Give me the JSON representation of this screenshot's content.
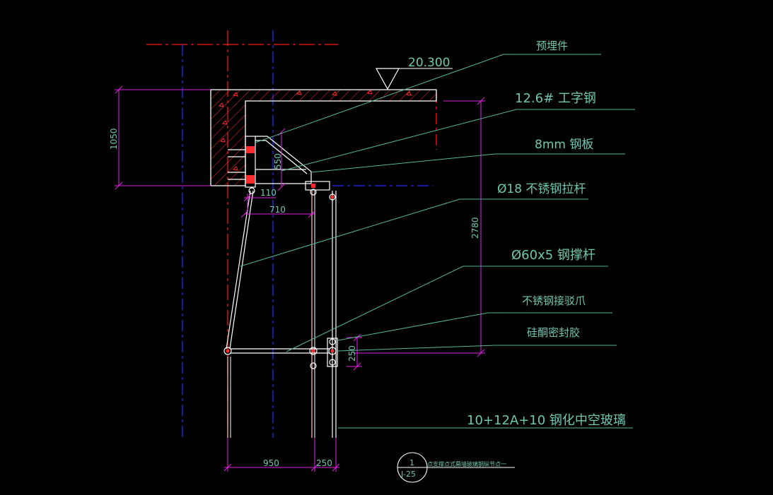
{
  "colors": {
    "background": "#000000",
    "axis_red": "#ff1a1a",
    "axis_blue": "#2a2aff",
    "dimension": "#e020e0",
    "leader": "#55b59a",
    "text": "#6fc7b0",
    "concrete": "#ff2a2a",
    "structure": "#ffffff",
    "glass": "#f4b6b6"
  },
  "labels": {
    "embedded_part": "预埋件",
    "i_beam": "12.6# 工字钢",
    "steel_plate": "8mm 钢板",
    "tie_rod": "Ø18 不锈钢拉杆",
    "strut": "Ø60x5 钢撑杆",
    "spider_claw": "不锈钢接驳爪",
    "sealant": "硅酮密封胶",
    "glass": "10+12A+10 钢化中空玻璃"
  },
  "level": "20.300",
  "dimensions": {
    "h_1050": "1050",
    "h_2780": "2780",
    "h_250_right": "250",
    "v_550": "550",
    "w_110": "110",
    "w_710": "710",
    "w_950": "950",
    "w_250_bottom": "250"
  },
  "title_block": {
    "number": "1",
    "sheet": "J-25",
    "title": "点支撑点式幕墙玻璃钢纵节点一"
  }
}
